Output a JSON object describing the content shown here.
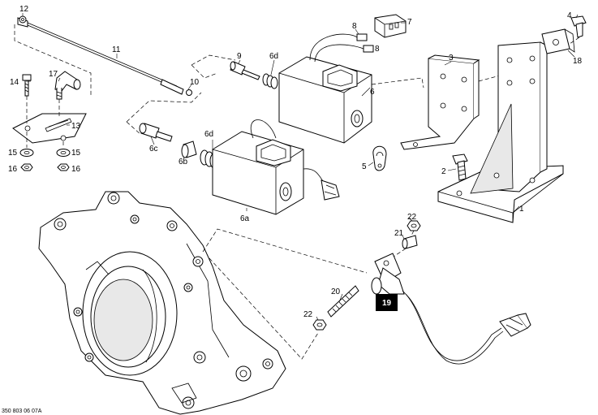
{
  "labels": {
    "p1": "1",
    "p2": "2",
    "p3": "3",
    "p4": "4",
    "p5": "5",
    "p6": "6",
    "p6a": "6a",
    "p6b": "6b",
    "p6c": "6c",
    "p6d_top": "6d",
    "p6d_bottom": "6d",
    "p7": "7",
    "p8_top": "8",
    "p8_bottom": "8",
    "p9": "9",
    "p10": "10",
    "p11": "11",
    "p12": "12",
    "p13": "13",
    "p14": "14",
    "p15_left": "15",
    "p15_right": "15",
    "p16_left": "16",
    "p16_right": "16",
    "p17": "17",
    "p18": "18",
    "p19": "19",
    "p20": "20",
    "p21": "21",
    "p22_top": "22",
    "p22_bottom": "22"
  },
  "highlight": {
    "label": "19",
    "fill_color": "#000000",
    "text_color": "#ffffff"
  },
  "drawing_code": "350 803 06 07A"
}
